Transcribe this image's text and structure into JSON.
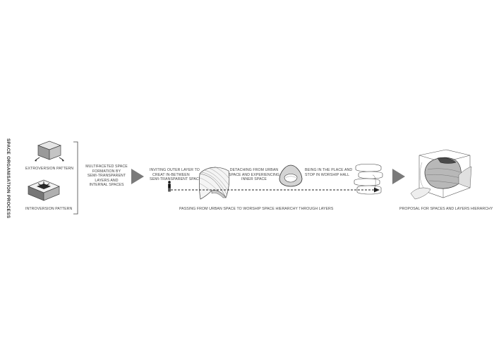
{
  "title": "SPACE ORGANISATION PROCESS",
  "patterns": [
    {
      "label": "EXTROVERSION PATTERN",
      "icon": "extroversion-cube-icon"
    },
    {
      "label": "INTROVERSION PATTERN",
      "icon": "introversion-box-icon"
    }
  ],
  "multifaceted": {
    "lines": [
      "MULTIFACETED SPACE",
      "FORMATION BY",
      "SEMI-TRANSPARENT",
      "LAYERS AND",
      "INTERNAL SPACES"
    ]
  },
  "steps": [
    {
      "lines": [
        "INVITING OUTER LAYER TO",
        "CREAT IN-BETWEEN",
        "SEMI-TRANSPARENT SPACE"
      ],
      "icon": "shell-layer-icon"
    },
    {
      "lines": [
        "DETACHING FROM URBAN",
        "SPACE AND EXPERIENCING",
        "INNER SPACE"
      ],
      "icon": "inner-space-icon"
    },
    {
      "lines": [
        "BEING IN THE PLACE AND",
        "STOP IN WORSHIP HALL"
      ],
      "icon": "worship-hall-icon"
    }
  ],
  "path_label": "PASSING FROM URBAN SPACE TO WORSHIP SPACE HIERARCHY THROUGH LAYERS",
  "proposal_label": "PROPOSAL FOR SPACES AND LAYERS HIERARCHY",
  "colors": {
    "ink": "#333333",
    "arrow_gray": "#7a7a7a",
    "fill_gray": "#b8b8b8",
    "light_gray": "#d9d9d9"
  }
}
